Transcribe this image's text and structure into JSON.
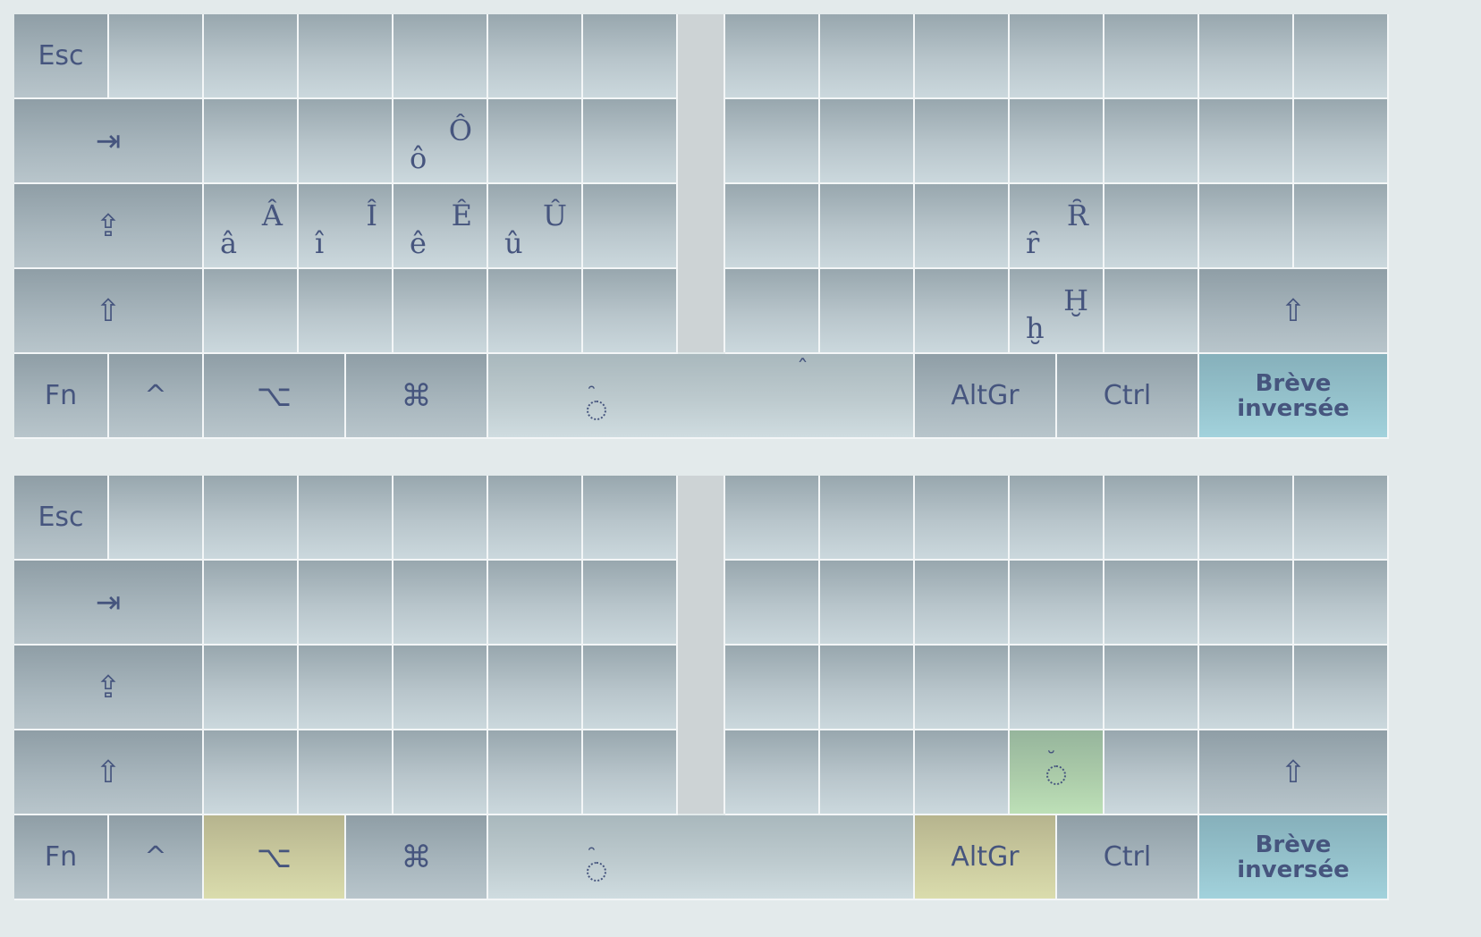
{
  "labels": {
    "esc": "Esc",
    "fn": "Fn",
    "ctrl_arrow": "^",
    "option": "⌥",
    "command": "⌘",
    "altgr": "AltGr",
    "ctrl": "Ctrl",
    "breve_line1": "Brève",
    "breve_line2": "inversée",
    "tab": "⇥",
    "capslock": "⇪",
    "shift": "⇧"
  },
  "top_layer": {
    "row2": {
      "key_o": {
        "lower": "ô",
        "upper": "Ô"
      }
    },
    "row3": {
      "key_a": {
        "lower": "â",
        "upper": "Â"
      },
      "key_i": {
        "lower": "î",
        "upper": "Î"
      },
      "key_e": {
        "lower": "ê",
        "upper": "Ê"
      },
      "key_u": {
        "lower": "û",
        "upper": "Û"
      },
      "key_r": {
        "lower": "ȓ",
        "upper": "Ȓ"
      }
    },
    "row4": {
      "key_h": {
        "lower": "ḫ",
        "upper": "Ḫ"
      }
    },
    "space_dead_mark": "̑",
    "space_extra_mark": "ˆ"
  },
  "bottom_layer": {
    "space_dead_mark": "̑",
    "highlight_key_mark": "̆"
  },
  "colors": {
    "active_blue": "#95c2cc",
    "active_gold": "#cbcb9f",
    "active_green": "#abcba9",
    "text": "#46557e"
  }
}
